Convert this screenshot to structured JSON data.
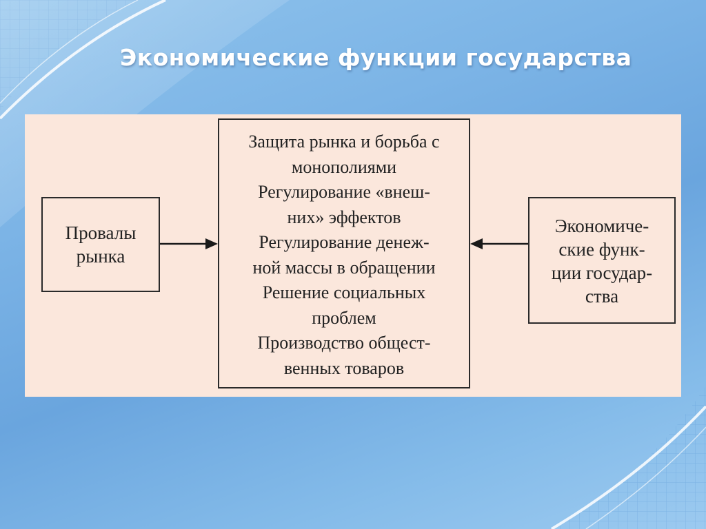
{
  "slide": {
    "title": "Экономические функции государства"
  },
  "diagram": {
    "left_box": {
      "lines": [
        "Провалы",
        "рынка"
      ]
    },
    "center_box": {
      "lines": [
        "Защита рынка и борьба с",
        "монополиями",
        "Регулирование «внеш-",
        "них» эффектов",
        "Регулирование денеж-",
        "ной массы в обращении",
        "Решение социальных",
        "проблем",
        "Производство общест-",
        "венных товаров"
      ]
    },
    "right_box": {
      "lines": [
        "Экономиче-",
        "ские функ-",
        "ции государ-",
        "ства"
      ]
    }
  },
  "colors": {
    "background": "#7cb4e6",
    "panel": "#fbe7dc",
    "box_border": "#2a2a2a",
    "title_text": "#ffffff"
  }
}
